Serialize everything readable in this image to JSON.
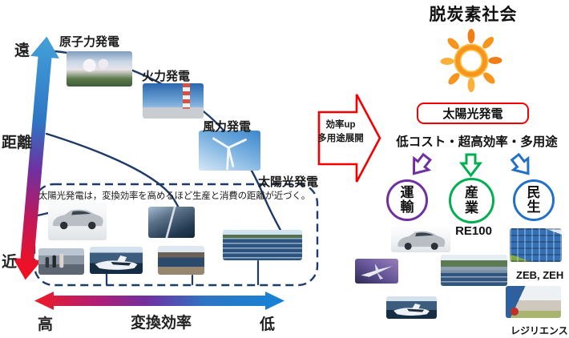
{
  "left_chart": {
    "y_axis": {
      "far": "遠",
      "title": "距離",
      "near": "近"
    },
    "x_axis": {
      "high": "高",
      "title": "変換効率",
      "low": "低"
    },
    "nodes": {
      "nuclear": "原子力発電",
      "thermal": "火力発電",
      "wind": "風力発電",
      "solar": "太陽光発電"
    },
    "note": "太陽光発電は，変換効率を高めるほど生産と消費の距離が近づく。"
  },
  "transition_arrow": {
    "line1": "効率up",
    "line2": "多用途展開"
  },
  "right_panel": {
    "title": "脱炭素社会",
    "solar_label": "太陽光発電",
    "subtitle": "低コスト・超高効率・多用途",
    "sectors": {
      "transport": "運輸",
      "industry": "産業",
      "consumer": "民生"
    },
    "industry_note": "RE100",
    "consumer_note": "ZEB, ZEH",
    "resilience_note": "レジリエンス"
  },
  "icons": {
    "sun": "sun-icon",
    "transition": "right-block-arrow-icon",
    "sector_arrows": [
      "down-left-arrow-icon",
      "down-arrow-icon",
      "down-right-arrow-icon"
    ]
  },
  "colors": {
    "curve_navy": "#1e3a66",
    "red": "#ee1c25",
    "purple": "#7030a0",
    "green": "#00b050",
    "blue": "#2271c8",
    "sun_orange": "#f7941d",
    "axis_gradient_blue": "#1583d6",
    "axis_gradient_red": "#ed1c24"
  }
}
